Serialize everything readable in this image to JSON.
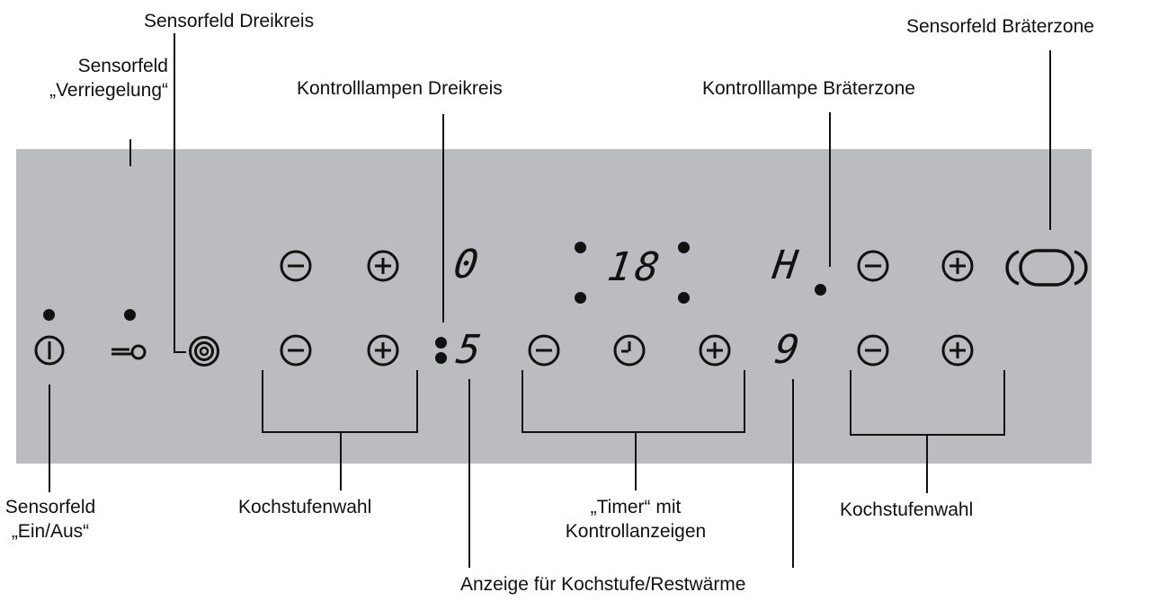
{
  "labels": {
    "dreikreis_sensor": "Sensorfeld Dreikreis",
    "lock_sensor_l1": "Sensorfeld",
    "lock_sensor_l2": "„Verriegelung“",
    "lamps_dreikreis": "Kontrolllampen Dreikreis",
    "lamp_braeter": "Kontrolllampe Bräterzone",
    "braeter_sensor": "Sensorfeld Bräterzone",
    "onoff_sensor_l1": "Sensorfeld",
    "onoff_sensor_l2": "„Ein/Aus“",
    "level_select_left": "Kochstufenwahl",
    "timer_l1": "„Timer“ mit",
    "timer_l2": "Kontrollanzeigen",
    "level_select_right": "Kochstufenwahl",
    "display_label": "Anzeige für Kochstufe/Restwärme"
  },
  "displays": {
    "upper_left": "0",
    "lower_left": "5",
    "timer": "18",
    "upper_right": "H",
    "lower_right": "9"
  },
  "colors": {
    "panel": "#bbbcc0",
    "ink": "#111111"
  },
  "icons": [
    "power-icon",
    "lock-key-icon",
    "triple-ring-icon",
    "minus-icon",
    "plus-icon",
    "clock-icon",
    "roaster-zone-icon"
  ]
}
